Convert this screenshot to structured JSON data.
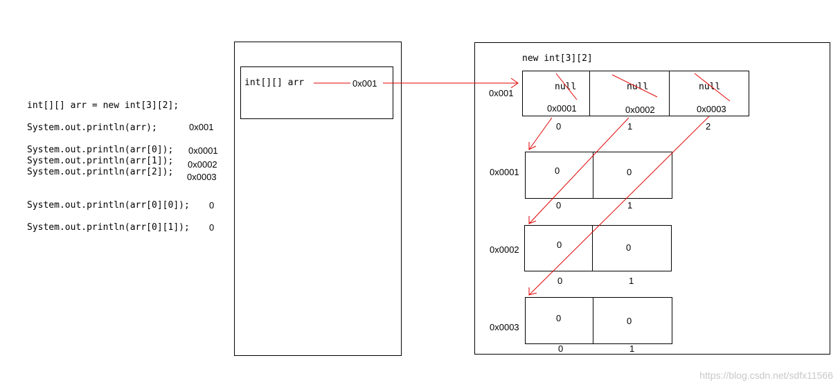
{
  "code": {
    "decl": "int[][] arr = new int[3][2];",
    "print_arr": "System.out.println(arr);",
    "print_arr0": "System.out.println(arr[0]);",
    "print_arr1": "System.out.println(arr[1]);",
    "print_arr2": "System.out.println(arr[2]);",
    "print_arr00": "System.out.println(arr[0][0]);",
    "print_arr01": "System.out.println(arr[0][1]);"
  },
  "outputs": {
    "arr": "0x001",
    "arr0": "0x0001",
    "arr1": "0x0002",
    "arr2": "0x0003",
    "arr00": "0",
    "arr01": "0"
  },
  "stack": {
    "var_label": "int[][] arr",
    "var_value": "0x001"
  },
  "heap": {
    "title": "new int[3][2]",
    "outer": {
      "address": "0x001",
      "cells": [
        {
          "initial": "null",
          "value": "0x0001",
          "index": "0"
        },
        {
          "initial": "null",
          "value": "0x0002",
          "index": "1"
        },
        {
          "initial": "null",
          "value": "0x0003",
          "index": "2"
        }
      ]
    },
    "inner": [
      {
        "address": "0x0001",
        "cells": [
          {
            "value": "0",
            "index": "0"
          },
          {
            "value": "0",
            "index": "1"
          }
        ]
      },
      {
        "address": "0x0002",
        "cells": [
          {
            "value": "0",
            "index": "0"
          },
          {
            "value": "0",
            "index": "1"
          }
        ]
      },
      {
        "address": "0x0003",
        "cells": [
          {
            "value": "0",
            "index": "0"
          },
          {
            "value": "0",
            "index": "1"
          }
        ]
      }
    ]
  },
  "colors": {
    "arrow": "#e00000",
    "line": "#000000"
  },
  "watermark": "https://blog.csdn.net/sdfx11566"
}
